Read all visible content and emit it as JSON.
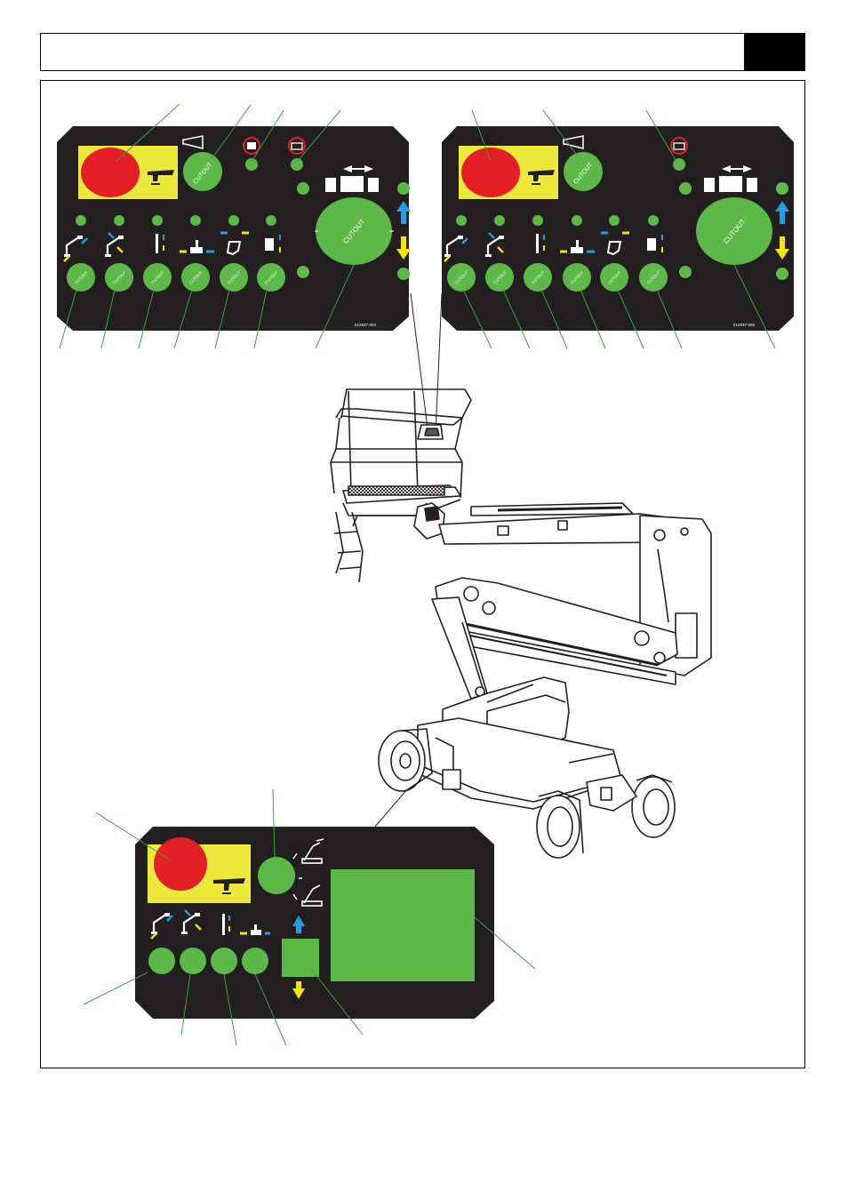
{
  "panels": {
    "upper_left": {
      "part_number": "512937-002",
      "big_button": "CUTOUT",
      "horn_button": "CUTOUT",
      "small_buttons": [
        "CUTOUT",
        "CUTOUT",
        "CUTOUT",
        "CUTOUT",
        "CUTOUT",
        "CUTOUT"
      ]
    },
    "upper_right": {
      "part_number": "512937-003",
      "big_button": "CUTOUT",
      "horn_button": "CUTOUT",
      "small_buttons": [
        "CUTOUT",
        "CUTOUT",
        "CUTOUT",
        "CUTOUT",
        "CUTOUT",
        "CUTOUT"
      ]
    }
  },
  "colors": {
    "panel": "#231f20",
    "button_green": "#5cb947",
    "stop_red": "#e31e24",
    "stop_yellow": "#ece93a",
    "arrow_blue": "#1fa0e0",
    "arrow_yellow": "#f3e500",
    "leader": "#3aa040"
  }
}
